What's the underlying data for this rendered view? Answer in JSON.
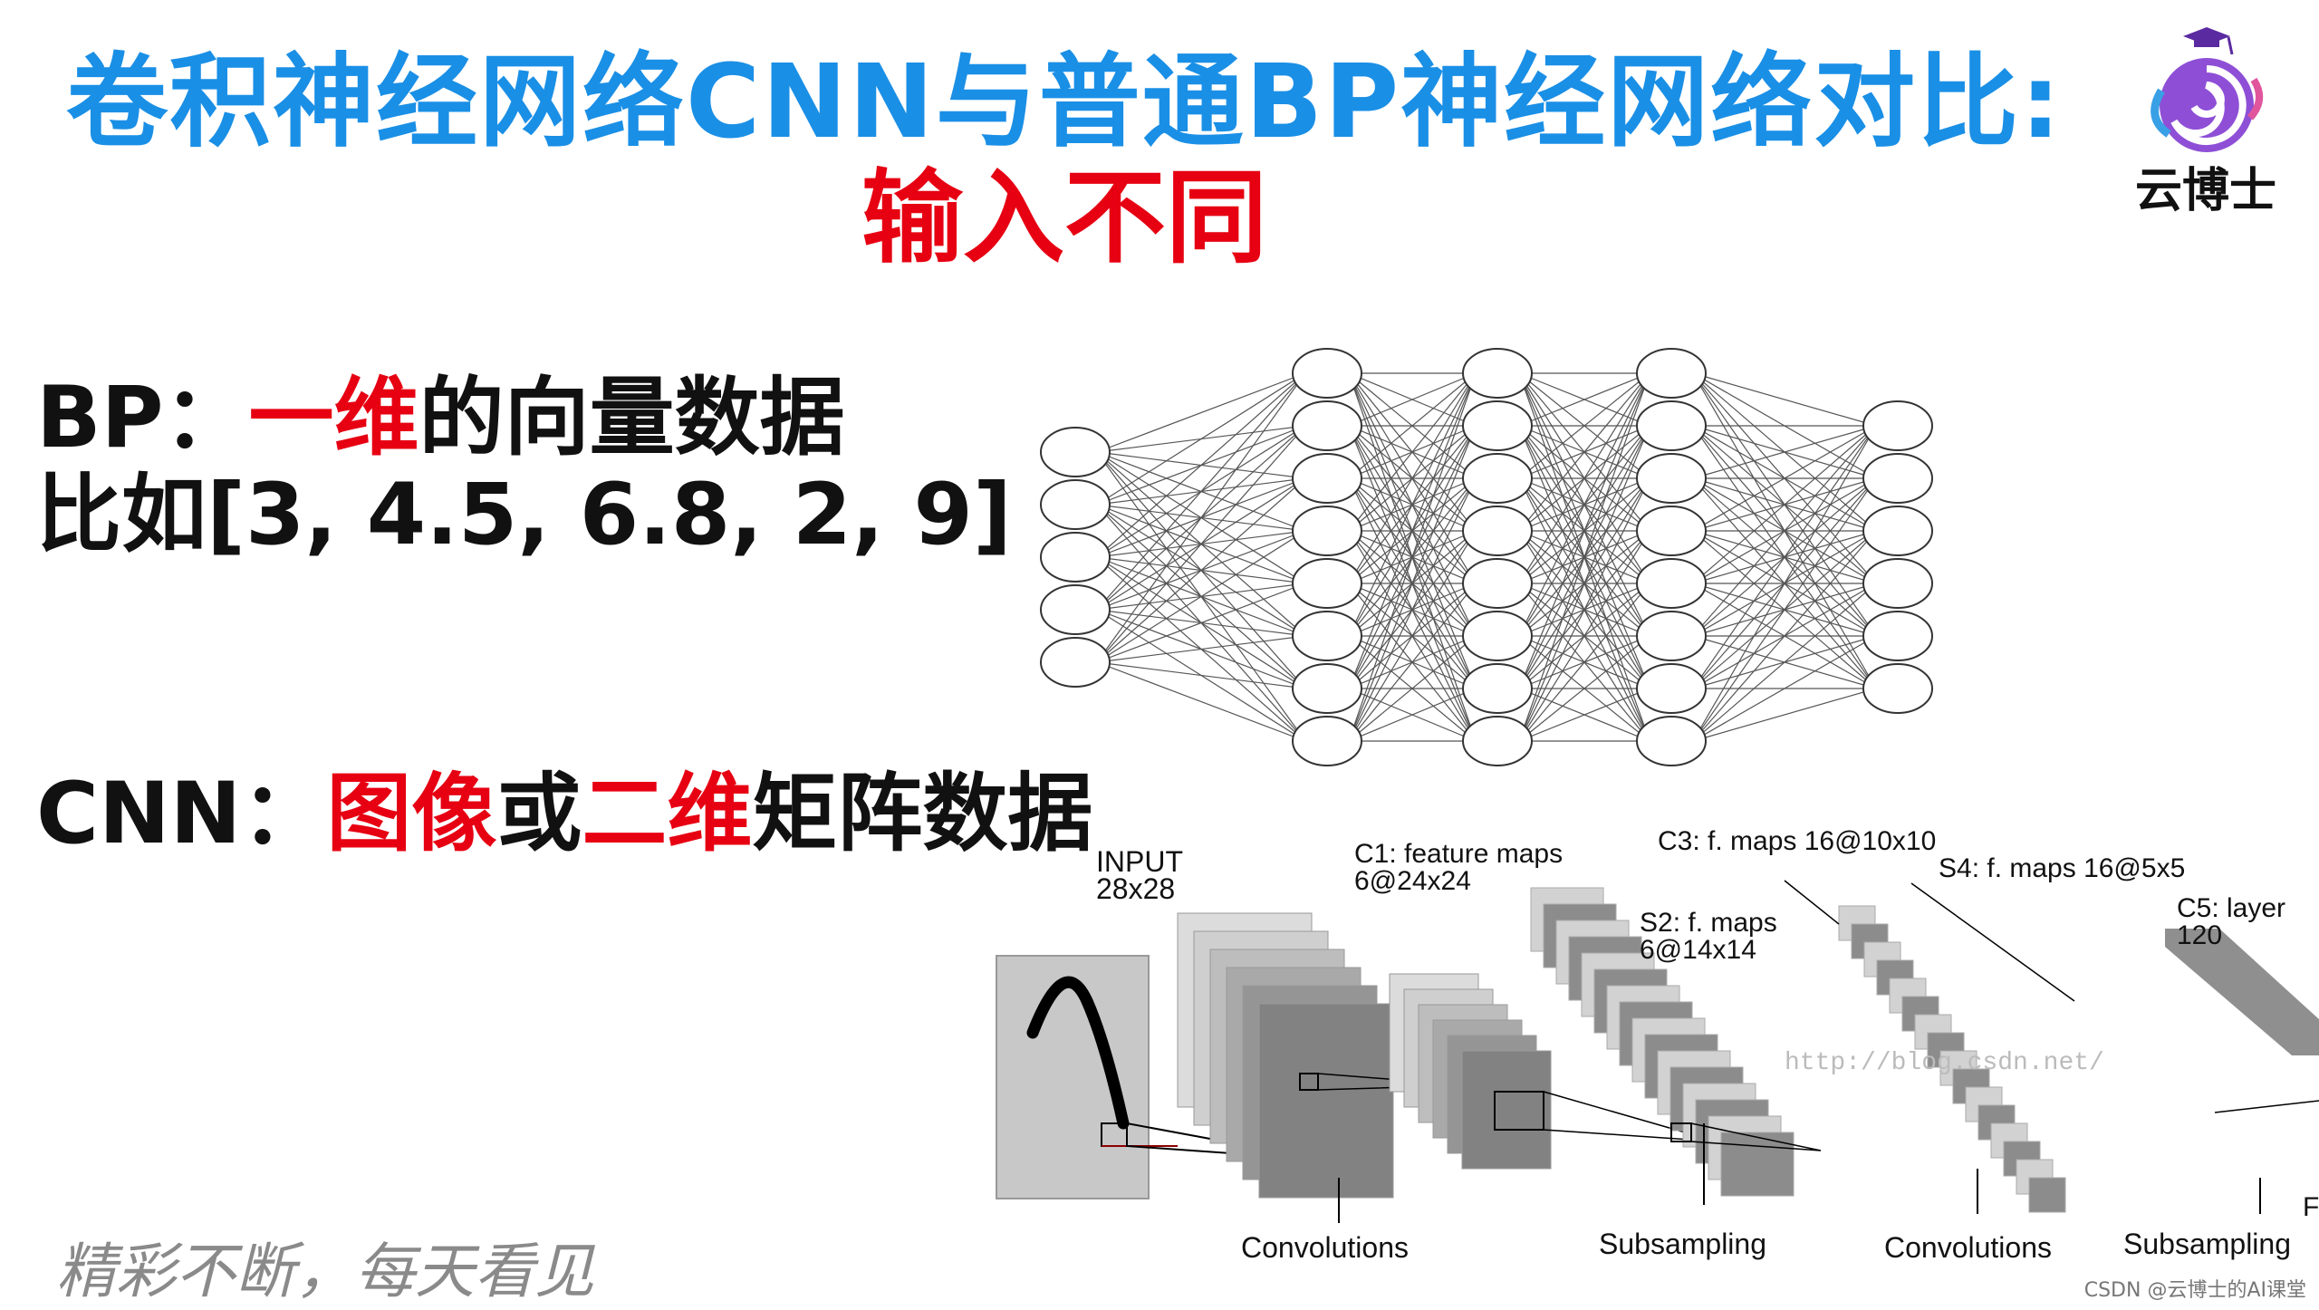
{
  "slide": {
    "title_line1": "卷积神经网络CNN与普通BP神经网络对比:",
    "title_line2": "输入不同",
    "logo_text": "云博士",
    "bp": {
      "label": "BP：",
      "highlight": "一维",
      "rest": "的向量数据",
      "example": "比如[3, 4.5, 6.8, 2, 9]"
    },
    "cnn": {
      "label": "CNN：",
      "h1": "图像",
      "or": "或",
      "h2": "二维",
      "rest": "矩阵数据"
    },
    "slogan": "精彩不断，每天看见",
    "credit": "CSDN @云博士的AI课堂"
  },
  "mlp": {
    "layers": [
      5,
      8,
      8,
      8,
      6
    ]
  },
  "lenet": {
    "input_label": "INPUT",
    "input_size": "28x28",
    "c1_label": "C1: feature maps",
    "c1_size": "6@24x24",
    "s2_label": "S2: f. maps",
    "s2_size": "6@14x14",
    "c3_label": "C3: f. maps 16@10x10",
    "s4_label": "S4: f. maps 16@5x5",
    "c5_label": "C5: layer",
    "c5_size": "120",
    "f_label": "F",
    "watermark": "http://blog.csdn.net/",
    "stages": [
      "Convolutions",
      "Subsampling",
      "Convolutions",
      "Subsampling"
    ]
  },
  "colors": {
    "title_blue": "#1a8fe6",
    "accent_red": "#e60012",
    "logo_purple": "#7b3fc4"
  }
}
